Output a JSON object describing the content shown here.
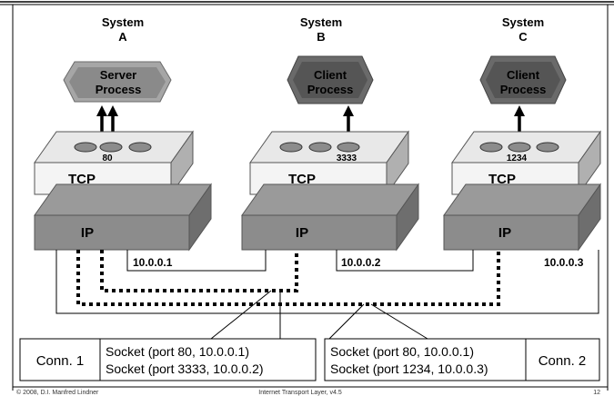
{
  "systems": [
    {
      "label_line1": "System",
      "label_line2": "A",
      "process_line1": "Server",
      "process_line2": "Process",
      "port": "80",
      "ip": "10.0.0.1"
    },
    {
      "label_line1": "System",
      "label_line2": "B",
      "process_line1": "Client",
      "process_line2": "Process",
      "port": "3333",
      "ip": "10.0.0.2"
    },
    {
      "label_line1": "System",
      "label_line2": "C",
      "process_line1": "Client",
      "process_line2": "Process",
      "port": "1234",
      "ip": "10.0.0.3"
    }
  ],
  "layers": {
    "tcp": "TCP",
    "ip": "IP"
  },
  "connections": [
    {
      "name": "Conn. 1",
      "socket1": "Socket (port 80, 10.0.0.1)",
      "socket2": "Socket (port 3333, 10.0.0.2)"
    },
    {
      "name": "Conn. 2",
      "socket1": "Socket (port 80, 10.0.0.1)",
      "socket2": "Socket (port 1234, 10.0.0.3)"
    }
  ],
  "footer": {
    "left": "© 2008, D.I. Manfred Lindner",
    "center": "Internet Transport Layer, v4.5",
    "page": "12"
  },
  "colors": {
    "server_process": "#8a8a8a",
    "client_process": "#555555",
    "tcp_box": "#f0f0f0",
    "ip_box": "#8c8c8c"
  }
}
